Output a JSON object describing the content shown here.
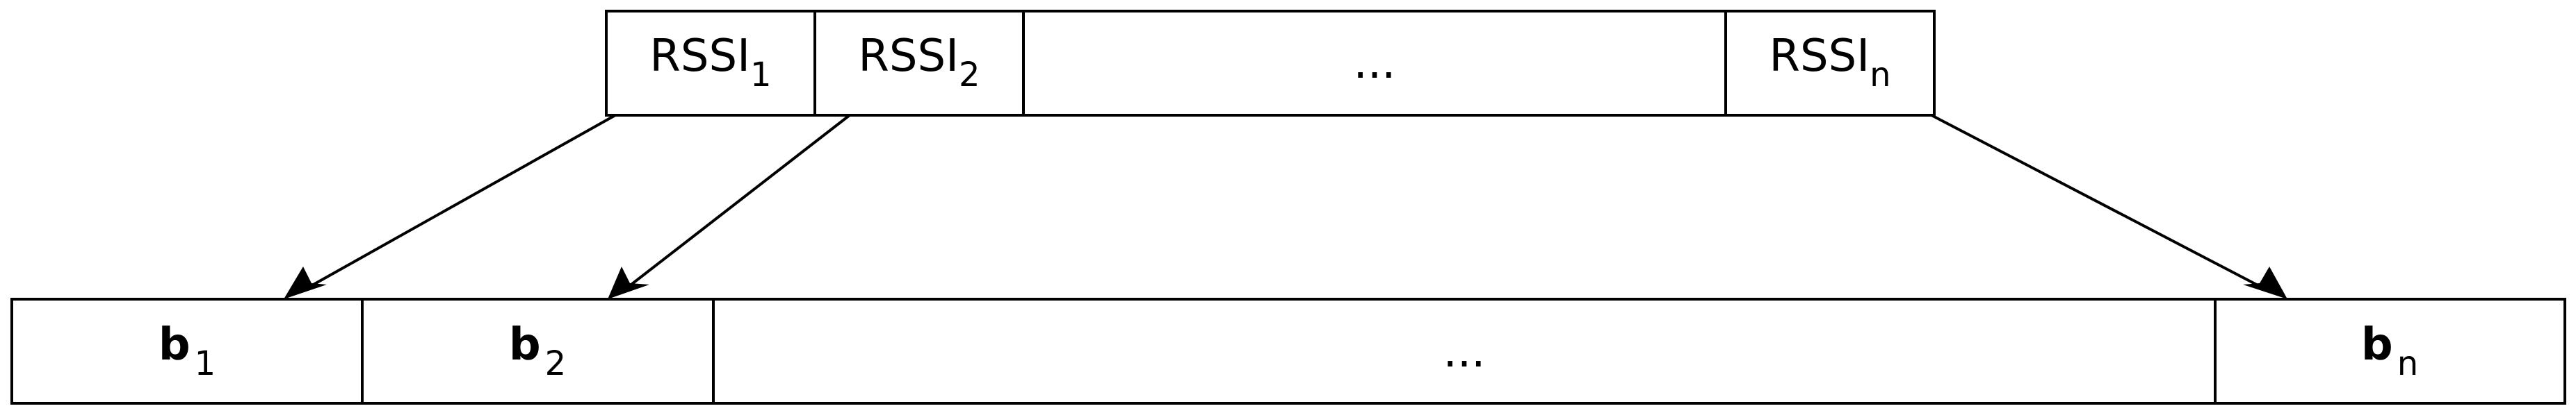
{
  "top_row": {
    "cells": [
      {
        "base": "RSSI",
        "sub": "1"
      },
      {
        "base": "RSSI",
        "sub": "2"
      },
      {
        "base": "...",
        "sub": ""
      },
      {
        "base": "RSSI",
        "sub": "n"
      }
    ]
  },
  "bottom_row": {
    "cells": [
      {
        "base": "b",
        "sub": "1"
      },
      {
        "base": "b",
        "sub": "2"
      },
      {
        "base": "...",
        "sub": ""
      },
      {
        "base": "b",
        "sub": "n"
      }
    ]
  },
  "connections": [
    {
      "from": "RSSI_1",
      "to": "b_1"
    },
    {
      "from": "RSSI_2",
      "to": "b_2"
    },
    {
      "from": "RSSI_n",
      "to": "b_n"
    }
  ],
  "colors": {
    "stroke": "#000000",
    "background": "#ffffff"
  }
}
